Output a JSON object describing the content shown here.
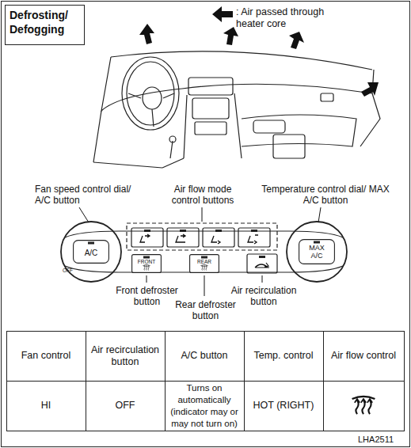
{
  "diagram": {
    "title": "Defrosting/ Defogging",
    "nodes": [
      {
        "text": [
          "A/C",
          "OFF"
        ]
      },
      {
        "text": [
          "MAX A/C"
        ]
      },
      {
        "text": [
          "FRONT"
        ]
      },
      {
        "text": [
          "REAR"
        ]
      }
    ],
    "labels": [
      "Fan speed control dial/ A/C button",
      "Air flow mode control buttons",
      "Temperature control dial/ MAX A/C button",
      "Front defroster button",
      "Rear defroster button",
      "Air recirculation button",
      "Fan control",
      "Air recirculation button",
      "A/C button",
      "Temp. control",
      "Air flow control",
      "HI",
      "OFF",
      "Turns on automatically (indicator may or may not turn on)",
      "HOT (RIGHT)",
      "LHA2511"
    ],
    "legend": [
      {
        "text": ": Air passed through heater core"
      }
    ]
  }
}
